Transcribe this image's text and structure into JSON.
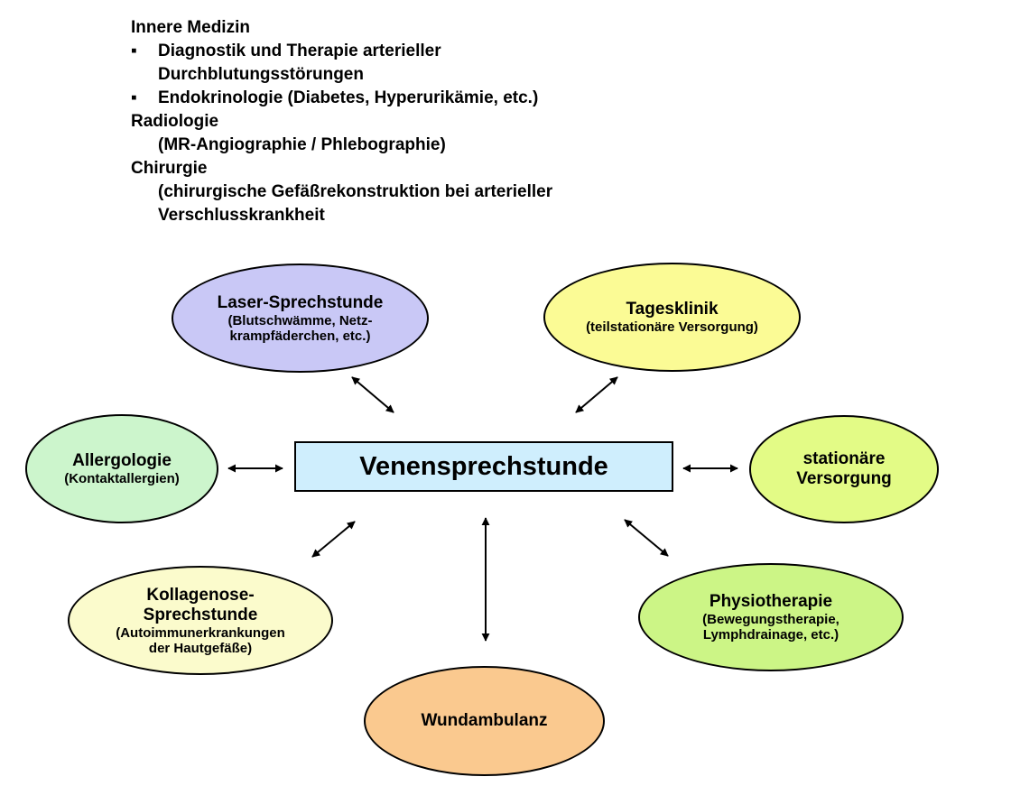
{
  "intro": {
    "innere": "Innere Medizin",
    "bullet_char": "▪",
    "b1_line1": "Diagnostik und Therapie arterieller",
    "b1_line2": "Durchblutungsstörungen",
    "b2": "Endokrinologie (Diabetes, Hyperurikämie, etc.)",
    "radio": "Radiologie",
    "radio_sub": "(MR-Angiographie / Phlebographie)",
    "chir": "Chirurgie",
    "chir_sub1": "(chirurgische Gefäßrekonstruktion bei arterieller",
    "chir_sub2": "Verschlusskrankheit"
  },
  "center": {
    "label": "Venensprechstunde",
    "color": "#cfeefd"
  },
  "nodes": {
    "laser": {
      "title": "Laser-Sprechstunde",
      "sub1": "(Blutschwämme, Netz-",
      "sub2": "krampfäderchen, etc.)",
      "color": "#c9c8f6"
    },
    "tages": {
      "title": "Tagesklinik",
      "sub1": "(teilstationäre Versorgung)",
      "color": "#fbfb95"
    },
    "allergo": {
      "title": "Allergologie",
      "sub1": "(Kontaktallergien)",
      "color": "#ccf5cc"
    },
    "stationaer": {
      "title1": "stationäre",
      "title2": "Versorgung",
      "color": "#e3fb86"
    },
    "kollagenose": {
      "title1": "Kollagenose-",
      "title2": "Sprechstunde",
      "sub1": "(Autoimmunerkrankungen",
      "sub2": "der Hautgefäße)",
      "color": "#fbfbcc"
    },
    "physio": {
      "title": "Physiotherapie",
      "sub1": "(Bewegungstherapie,",
      "sub2": "Lymphdrainage, etc.)",
      "color": "#ccf586"
    },
    "wund": {
      "title": "Wundambulanz",
      "color": "#fac98f"
    }
  }
}
